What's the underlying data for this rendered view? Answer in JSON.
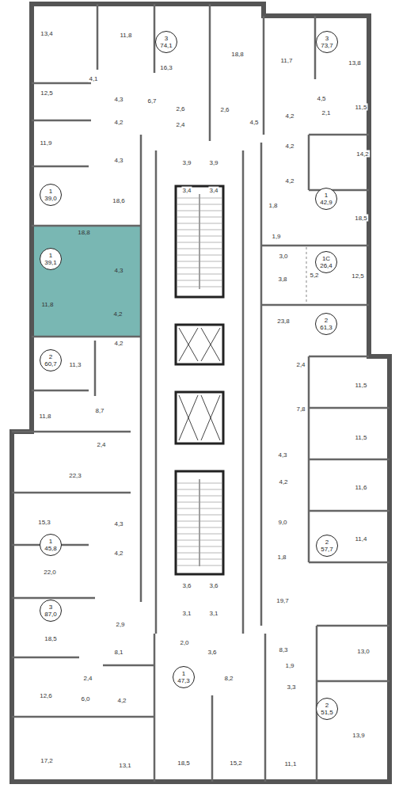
{
  "diagram": {
    "nodes": [
      {
        "text": [
          "3",
          "74,1"
        ]
      },
      {
        "text": [
          "3",
          "73,7"
        ]
      },
      {
        "text": [
          "1",
          "39,0"
        ]
      },
      {
        "text": [
          "1",
          "42,9"
        ]
      },
      {
        "text": [
          "1",
          "39,1"
        ]
      },
      {
        "text": [
          "1С",
          "26,4"
        ]
      },
      {
        "text": [
          "2",
          "61,3"
        ]
      },
      {
        "text": [
          "2",
          "60,7"
        ]
      },
      {
        "text": [
          "1",
          "45,8"
        ]
      },
      {
        "text": [
          "2",
          "57,7"
        ]
      },
      {
        "text": [
          "3",
          "87,0"
        ]
      },
      {
        "text": [
          "1",
          "47,3"
        ]
      },
      {
        "text": [
          "2",
          "51,5"
        ]
      }
    ],
    "labels": [
      "13,4",
      "11,8",
      "16,3",
      "18,8",
      "11,7",
      "13,8",
      "4,1",
      "12,5",
      "4,3",
      "6,7",
      "2,6",
      "2,6",
      "4,5",
      "2,1",
      "11,5",
      "4,2",
      "4,2",
      "2,4",
      "4,5",
      "11,9",
      "4,2",
      "14,2",
      "4,3",
      "3,9",
      "3,9",
      "4,2",
      "3,4",
      "3,4",
      "18,6",
      "1,8",
      "18,5",
      "18,8",
      "1,9",
      "3,0",
      "4,3",
      "5,2",
      "3,8",
      "12,5",
      "11,8",
      "4,2",
      "23,8",
      "4,2",
      "11,3",
      "2,4",
      "11,5",
      "8,7",
      "7,8",
      "11,8",
      "11,5",
      "2,4",
      "4,3",
      "22,3",
      "4,2",
      "11,6",
      "15,3",
      "9,0",
      "4,3",
      "11,4",
      "4,2",
      "1,8",
      "22,0",
      "3,6",
      "3,6",
      "19,7",
      "3,1",
      "3,1",
      "2,9",
      "18,5",
      "2,0",
      "8,3",
      "13,0",
      "8,1",
      "3,6",
      "1,9",
      "1,8",
      "2,4",
      "8,2",
      "3,3",
      "12,6",
      "6,0",
      "4,2",
      "13,9",
      "17,2",
      "13,1",
      "18,5",
      "15,2",
      "11,1"
    ]
  }
}
